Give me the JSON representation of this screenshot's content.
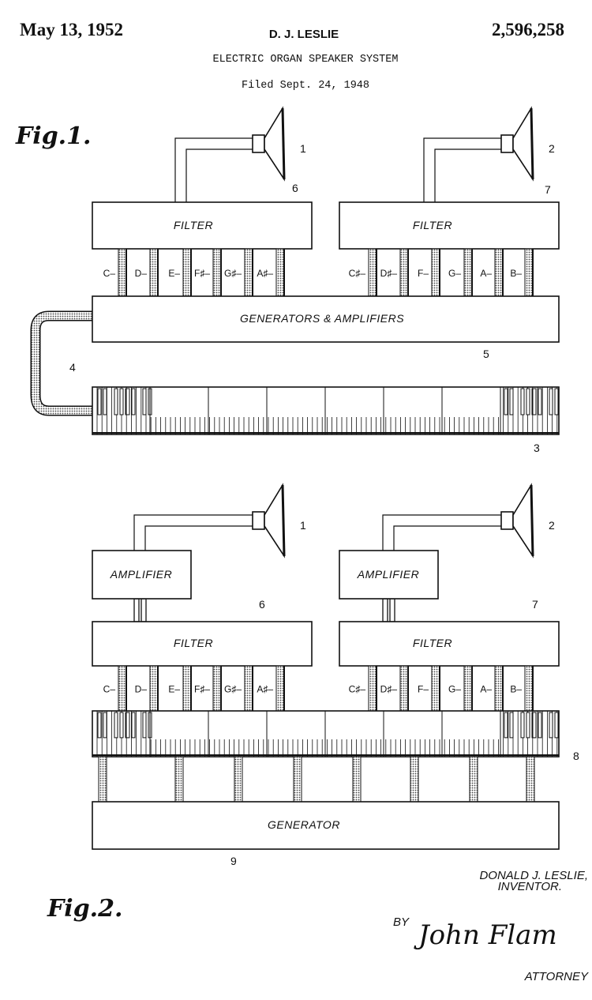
{
  "header": {
    "date": "May 13, 1952",
    "inventor_short": "D. J. LESLIE",
    "patent_number": "2,596,258",
    "title": "ELECTRIC ORGAN SPEAKER SYSTEM",
    "filed": "Filed Sept. 24, 1948"
  },
  "fig1": {
    "label": "Fig.1.",
    "filter_left": "FILTER",
    "filter_right": "FILTER",
    "generators": "GENERATORS & AMPLIFIERS",
    "refs": {
      "speaker_left": "1",
      "speaker_right": "2",
      "keyboard": "3",
      "cable": "4",
      "generators": "5",
      "filter_left": "6",
      "filter_right": "7"
    },
    "notes_left": [
      "C",
      "D",
      "E",
      "F#",
      "G#",
      "A#"
    ],
    "notes_right": [
      "C#",
      "D#",
      "F",
      "G",
      "A",
      "B"
    ]
  },
  "fig2": {
    "label": "Fig.2.",
    "amplifier_left": "AMPLIFIER",
    "amplifier_right": "AMPLIFIER",
    "filter_left": "FILTER",
    "filter_right": "FILTER",
    "generator": "GENERATOR",
    "refs": {
      "speaker_left": "1",
      "speaker_right": "2",
      "filter_left": "6",
      "filter_right": "7",
      "keyboard": "8",
      "generator": "9"
    },
    "notes_left": [
      "C",
      "D",
      "E",
      "F#",
      "G#",
      "A#"
    ],
    "notes_right": [
      "C#",
      "D#",
      "F",
      "G",
      "A",
      "B"
    ]
  },
  "signature_block": {
    "inventor": "DONALD J. LESLIE,",
    "inventor_role": "INVENTOR.",
    "by": "BY",
    "attorney_signature": "John Flam",
    "attorney_role": "ATTORNEY"
  }
}
